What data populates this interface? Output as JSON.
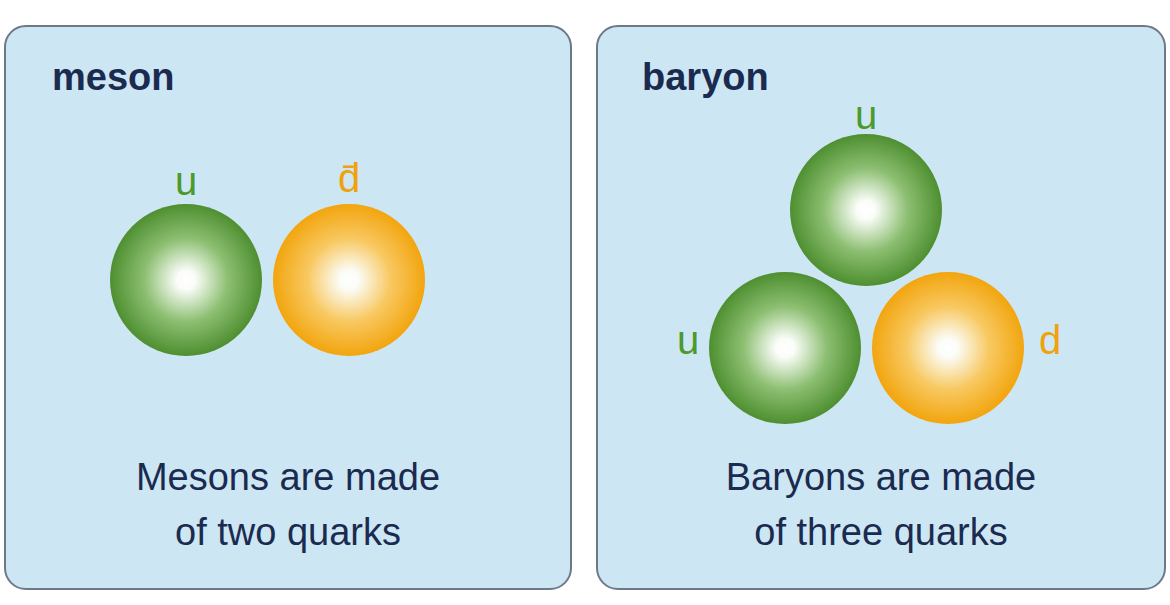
{
  "diagram": {
    "nodes": [
      {
        "text": [
          "meson",
          "Mesons are made of two quarks"
        ]
      },
      {
        "text": [
          "u"
        ],
        "in": 0
      },
      {
        "text": [
          "d̄"
        ],
        "in": 0
      },
      {
        "text": [
          "baryon",
          "Baryons are made of three quarks"
        ]
      },
      {
        "text": [
          "u"
        ],
        "in": 3
      },
      {
        "text": [
          "u"
        ],
        "in": 3
      },
      {
        "text": [
          "d"
        ],
        "in": 3
      }
    ]
  }
}
